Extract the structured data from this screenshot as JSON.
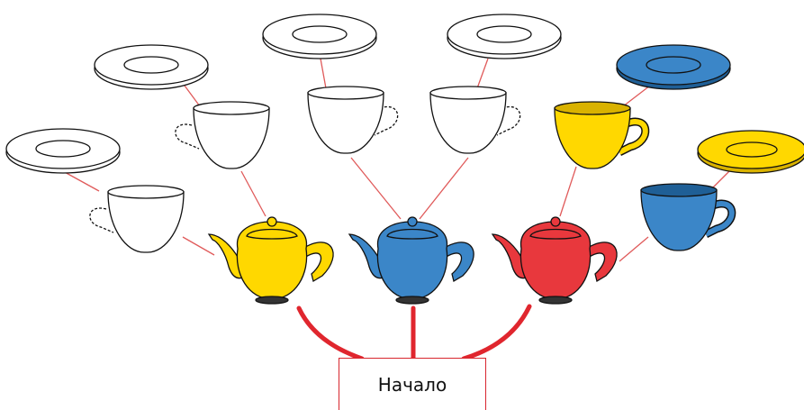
{
  "start_label": "Начало",
  "colors": {
    "yellow": "#ffd800",
    "blue": "#3b86c8",
    "red": "#e8383d",
    "white": "#ffffff",
    "outline": "#111111",
    "connector": "#e0262e",
    "thin_connector": "#e05a5a"
  },
  "icons": [
    "teapot-icon",
    "cup-icon",
    "saucer-icon"
  ],
  "tree": {
    "teapots": [
      {
        "color": "yellow",
        "cup": {
          "color": "white",
          "saucer": "white"
        },
        "cup2": {
          "color": "white",
          "saucer": "white"
        }
      },
      {
        "color": "blue",
        "cup": {
          "color": "white",
          "saucer": "white"
        },
        "cup2": {
          "color": "white",
          "saucer": "white"
        }
      },
      {
        "color": "red",
        "cup": {
          "color": "yellow",
          "saucer": "blue"
        },
        "cup2": {
          "color": "blue",
          "saucer": "yellow"
        }
      }
    ]
  }
}
